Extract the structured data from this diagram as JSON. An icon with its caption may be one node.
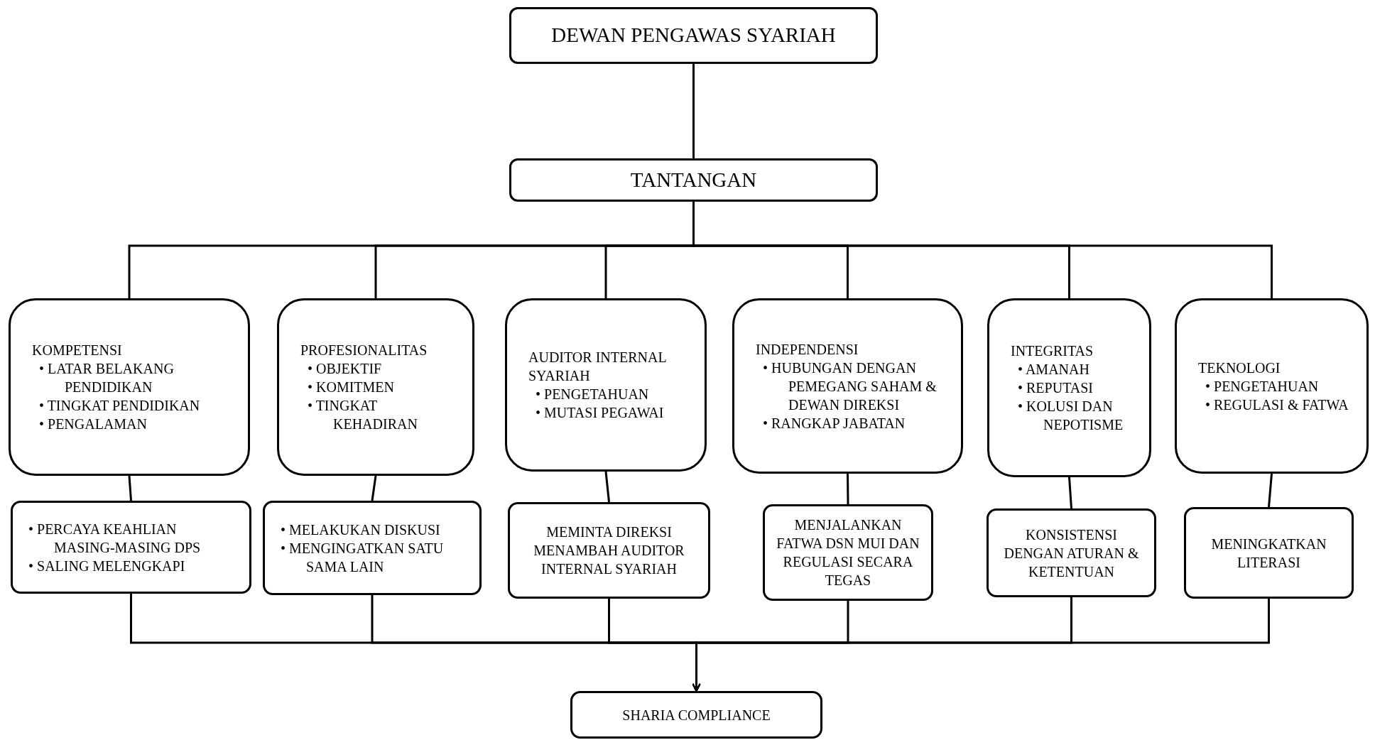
{
  "diagram": {
    "nodes": [
      {
        "text": [
          "DEWAN PENGAWAS SYARIAH"
        ]
      },
      {
        "text": [
          "TANTANGAN"
        ]
      },
      {
        "text": [
          "KOMPETENSI",
          "• LATAR BELAKANG PENDIDIKAN",
          "• TINGKAT PENDIDIKAN",
          "• PENGALAMAN"
        ]
      },
      {
        "text": [
          "PROFESIONALITAS",
          "• OBJEKTIF",
          "• KOMITMEN",
          "• TINGKAT KEHADIRAN"
        ]
      },
      {
        "text": [
          "AUDITOR INTERNAL SYARIAH",
          "• PENGETAHUAN",
          "• MUTASI PEGAWAI"
        ]
      },
      {
        "text": [
          "INDEPENDENSI",
          "• HUBUNGAN DENGAN PEMEGANG SAHAM & DEWAN DIREKSI",
          "• RANGKAP JABATAN"
        ]
      },
      {
        "text": [
          "INTEGRITAS",
          "• AMANAH",
          "• REPUTASI",
          "• KOLUSI DAN NEPOTISME"
        ]
      },
      {
        "text": [
          "TEKNOLOGI",
          "• PENGETAHUAN",
          "• REGULASI & FATWA"
        ]
      },
      {
        "text": [
          "• PERCAYA KEAHLIAN MASING-MASING DPS",
          "• SALING MELENGKAPI"
        ]
      },
      {
        "text": [
          "• MELAKUKAN DISKUSI",
          "• MENGINGATKAN SATU SAMA LAIN"
        ]
      },
      {
        "text": [
          "MEMINTA DIREKSI MENAMBAH AUDITOR INTERNAL SYARIAH"
        ]
      },
      {
        "text": [
          "MENJALANKAN FATWA DSN MUI DAN REGULASI SECARA TEGAS"
        ]
      },
      {
        "text": [
          "KONSISTENSI DENGAN ATURAN & KETENTUAN"
        ]
      },
      {
        "text": [
          "MENINGKATKAN LITERASI"
        ]
      },
      {
        "text": [
          "SHARIA COMPLIANCE"
        ]
      }
    ],
    "edges": [
      {
        "from": 0,
        "to": 1,
        "arrow": "none"
      },
      {
        "from": 1,
        "to": 2,
        "arrow": "none"
      },
      {
        "from": 1,
        "to": 3,
        "arrow": "none"
      },
      {
        "from": 1,
        "to": 4,
        "arrow": "none"
      },
      {
        "from": 1,
        "to": 5,
        "arrow": "none"
      },
      {
        "from": 1,
        "to": 6,
        "arrow": "none"
      },
      {
        "from": 1,
        "to": 7,
        "arrow": "none"
      },
      {
        "from": 2,
        "to": 8,
        "arrow": "none"
      },
      {
        "from": 3,
        "to": 9,
        "arrow": "none"
      },
      {
        "from": 4,
        "to": 10,
        "arrow": "none"
      },
      {
        "from": 5,
        "to": 11,
        "arrow": "none"
      },
      {
        "from": 6,
        "to": 12,
        "arrow": "none"
      },
      {
        "from": 7,
        "to": 13,
        "arrow": "none"
      },
      {
        "from": 8,
        "to": 14,
        "arrow": "to"
      },
      {
        "from": 9,
        "to": 14,
        "arrow": "to"
      },
      {
        "from": 10,
        "to": 14,
        "arrow": "to"
      },
      {
        "from": 11,
        "to": 14,
        "arrow": "to"
      },
      {
        "from": 12,
        "to": 14,
        "arrow": "to"
      },
      {
        "from": 13,
        "to": 14,
        "arrow": "to"
      }
    ]
  }
}
